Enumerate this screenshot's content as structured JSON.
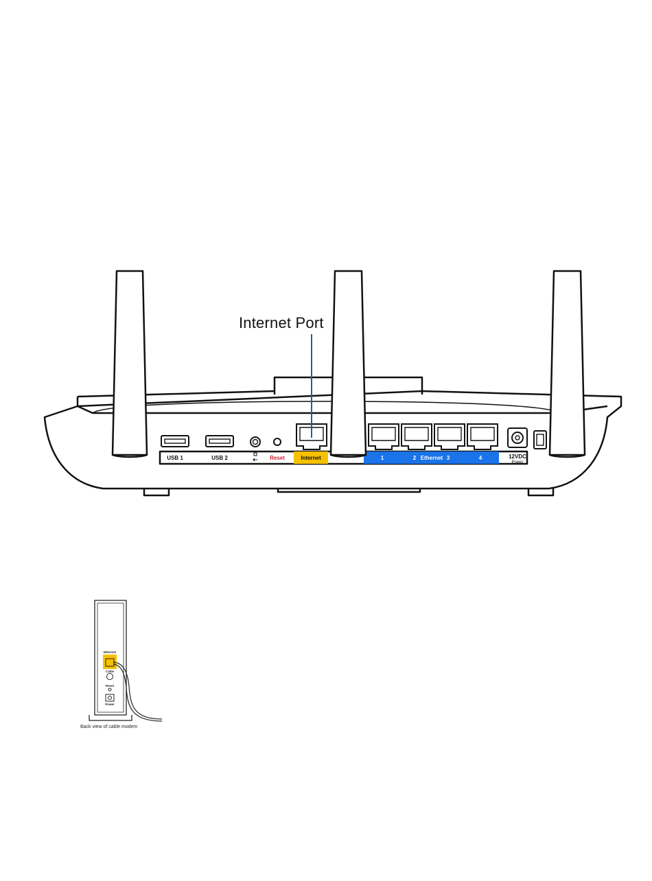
{
  "callout": {
    "label": "Internet Port"
  },
  "router": {
    "ports": {
      "usb1": "USB 1",
      "usb2": "USB 2",
      "reset": "Reset",
      "internet": "Internet",
      "eth1": "1",
      "eth2": "2",
      "ethernet": "Ethernet",
      "eth3": "3",
      "eth4": "4",
      "power_top": "12VDC",
      "power_bottom": "Power"
    }
  },
  "modem": {
    "ethernet": "Ethernet",
    "cable": "Cable",
    "reset": "Reset",
    "power": "Power",
    "caption": "Back view of cable modem"
  },
  "colors": {
    "internet_highlight": "#f5c100",
    "ethernet_band": "#1a73e8",
    "callout_line": "#1d5f9e",
    "reset_label": "#d0202e",
    "outline": "#111111"
  }
}
